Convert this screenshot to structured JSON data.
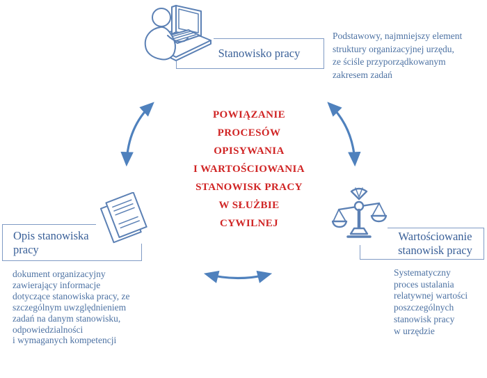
{
  "diagram": {
    "title": "POWIĄZANIE\nPROCESÓW\nOPISYWANIA\nI WARTOŚCIOWANIA\nSTANOWISK PRACY\nW SŁUŻBIE\nCYWILNEJ",
    "colors": {
      "title_red": "#d02424",
      "arrow_blue": "#4f81bd",
      "label_blue": "#3a6098",
      "description_blue": "#4d72a3",
      "box_border_blue": "#7f9ac4",
      "icon_stroke_blue": "#5b80b4"
    },
    "nodes": {
      "top": {
        "icon": "person-at-computer-icon",
        "label": "Stanowisko pracy",
        "description": "Podstawowy, najmniejszy element\nstruktury organizacyjnej urzędu,\nze ściśle przyporządkowanym\nzakresem zadań"
      },
      "left": {
        "icon": "documents-icon",
        "label": "Opis stanowiska\npracy",
        "description": "dokument organizacyjny\nzawierający informacje\ndotyczące stanowiska pracy, ze\nszczególnym uwzględnieniem\nzadań na danym stanowisku,\nodpowiedzialności\ni wymaganych kompetencji"
      },
      "right": {
        "icon": "scales-icon",
        "label": "Wartościowanie\nstanowisk pracy",
        "description": "Systematyczny\nproces ustalania\nrelatywnej wartości\nposzczególnych\nstanowisk pracy\nw urzędzie"
      }
    }
  }
}
